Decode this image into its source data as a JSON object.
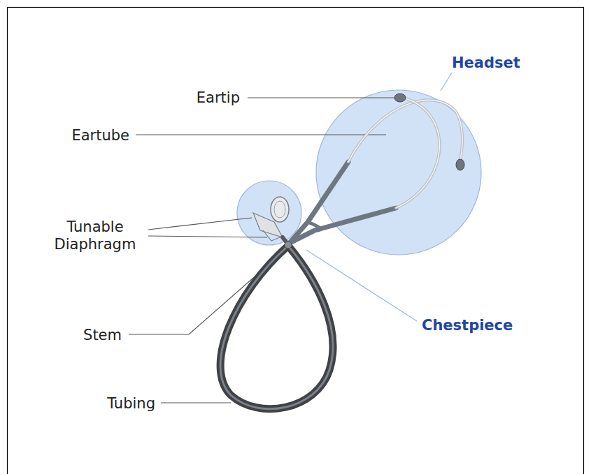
{
  "diagram": {
    "labels": [
      "Headset",
      "Eartip",
      "Eartube",
      "Tunable Diaphragm",
      "Chestpiece",
      "Stem",
      "Tubing"
    ]
  }
}
